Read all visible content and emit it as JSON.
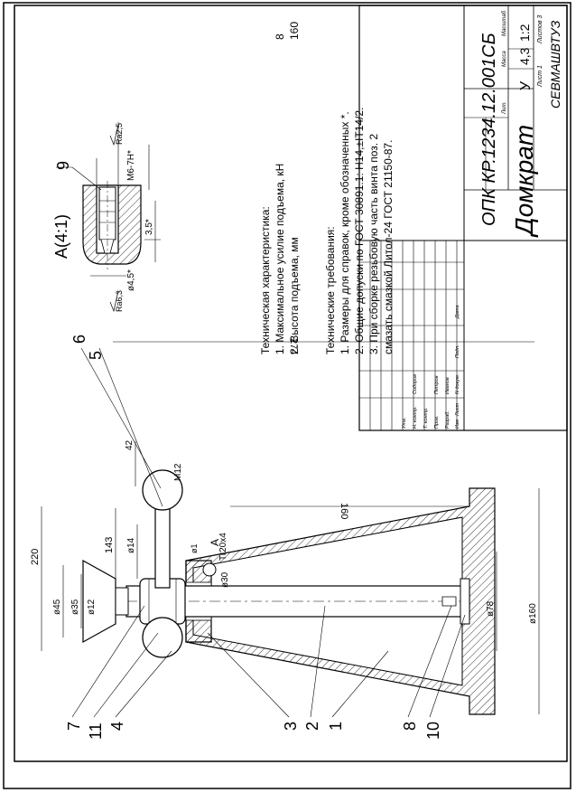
{
  "drawing": {
    "doc_code": "ОПК КР.1234.12.001СБ",
    "title": "Домкрат",
    "organization": "СЕВМАШВТУЗ",
    "litera": "У",
    "mass": "4,3",
    "scale": "1:2",
    "sheet_label": "Лист 1",
    "sheets_label": "Листов 3",
    "col_lit": "Лит.",
    "col_mass": "Масса",
    "col_scale": "Масштаб",
    "rev_headers": [
      "Изм",
      "Лист",
      "N докум.",
      "Подп.",
      "Дата"
    ],
    "signatures": [
      {
        "role": "Разраб.",
        "name": "Иванов"
      },
      {
        "role": "Пров.",
        "name": "Петров"
      },
      {
        "role": "Т. контр.",
        "name": ""
      },
      {
        "role": "Н. контр.",
        "name": "Сидоров"
      },
      {
        "role": "Утв.",
        "name": ""
      }
    ]
  },
  "specs": {
    "heading": "Техническая характеристика:",
    "items": [
      {
        "text": "1.  Максимальное усилие подъема, кН",
        "value": "8"
      },
      {
        "text": "2.  Высота подъема, мм",
        "value": "160"
      }
    ]
  },
  "requirements": {
    "heading": "Технические требования:",
    "lines": [
      "1.  Размеры для справок, кроме обозначенных *.",
      "2.  Общие допуски по ГОСТ 30891.1: H14,±IT14/2.",
      "3.  При сборке резьбовую часть винта поз. 2",
      "     смазать смазкой Литол-24 ГОСТ 21150-87."
    ]
  },
  "detail": {
    "title": "A(4:1)",
    "pos": "9",
    "dims": [
      "3,5*",
      "ø4,5*",
      "M6-7H*"
    ],
    "rough": [
      "Ra2,5",
      "Ra6,3"
    ]
  },
  "main_view": {
    "dims": [
      "220",
      "143",
      "ø14",
      "42",
      "M12",
      "274",
      "160",
      "ø45",
      "ø35",
      "ø12",
      "Tr20x4",
      "ø30",
      "ø1",
      "ø78",
      "ø160"
    ],
    "view_mark": "A",
    "positions": [
      "1",
      "2",
      "3",
      "4",
      "5",
      "6",
      "7",
      "8",
      "10",
      "11"
    ]
  }
}
